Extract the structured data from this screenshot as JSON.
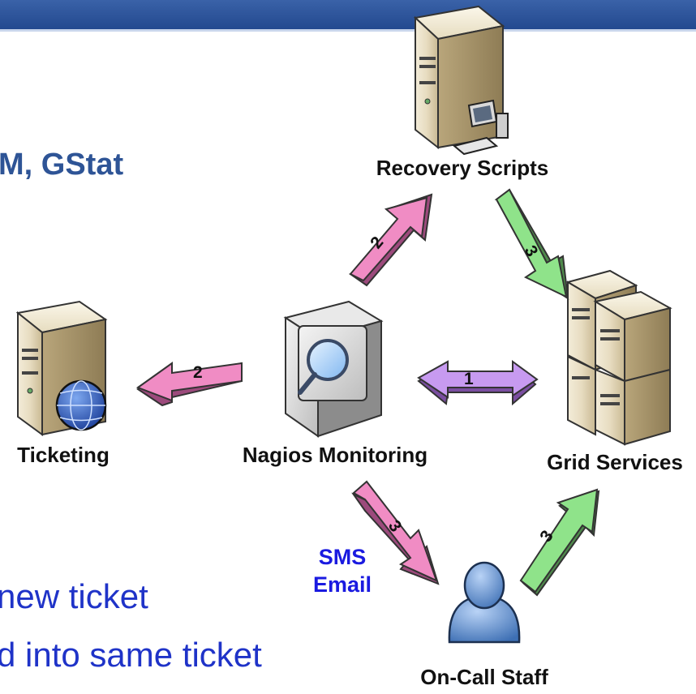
{
  "slide": {
    "heading_fragment": "M, GStat",
    "bullet_fragments": [
      "new ticket",
      "d into same ticket"
    ]
  },
  "nodes": {
    "recovery": "Recovery Scripts",
    "ticketing": "Ticketing",
    "nagios": "Nagios Monitoring",
    "grid": "Grid Services",
    "oncall": "On-Call Staff"
  },
  "channel": {
    "sms": "SMS",
    "email": "Email"
  },
  "arrows": {
    "nagios_to_recovery": "2",
    "recovery_to_grid": "3",
    "nagios_to_ticketing": "2",
    "nagios_grid": "1",
    "nagios_to_oncall": "3",
    "oncall_to_grid": "3"
  },
  "colors": {
    "banner": "#2b5399",
    "pink_arrow": "#f08cc4",
    "green_arrow": "#8fe38a",
    "violet_arrow": "#c79af0",
    "text_blue": "#1f33c8",
    "heading_blue": "#2e5496"
  }
}
